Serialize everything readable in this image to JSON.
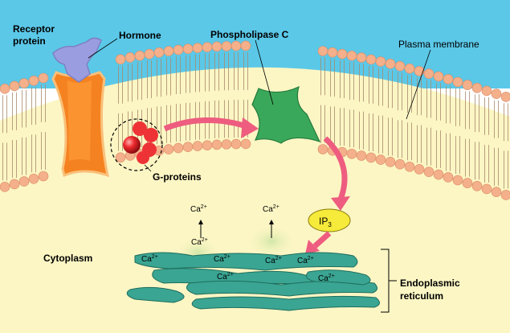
{
  "labels": {
    "receptor_line1": "Receptor",
    "receptor_line2": "protein",
    "hormone": "Hormone",
    "phospholipase": "Phospholipase C",
    "membrane": "Plasma membrane",
    "g_proteins": "G-proteins",
    "cytoplasm": "Cytoplasm",
    "ip3_main": "IP",
    "ip3_sub": "3",
    "er_line1": "Endoplasmic",
    "er_line2": "reticulum",
    "ca_base": "Ca",
    "ca_charge": "2+"
  },
  "colors": {
    "extracellular": "#5bc8e8",
    "cytoplasm": "#fcf6c4",
    "lipid_head": "#f4b08a",
    "lipid_tail": "#a88a6c",
    "receptor": "#f58220",
    "hormone": "#9a9ee0",
    "g_protein": "#ee3336",
    "phospholipase": "#3aa85a",
    "arrow": "#ee5d80",
    "ip3": "#f6ea3a",
    "er": "#3aa592",
    "er_glow": "#d6ebb0"
  },
  "icons": {
    "receptor": "receptor-protein-shape",
    "hormone": "hormone-shape",
    "g_protein": "g-protein-cluster",
    "phospholipase": "phospholipase-shape",
    "er": "endoplasmic-reticulum-shape"
  }
}
